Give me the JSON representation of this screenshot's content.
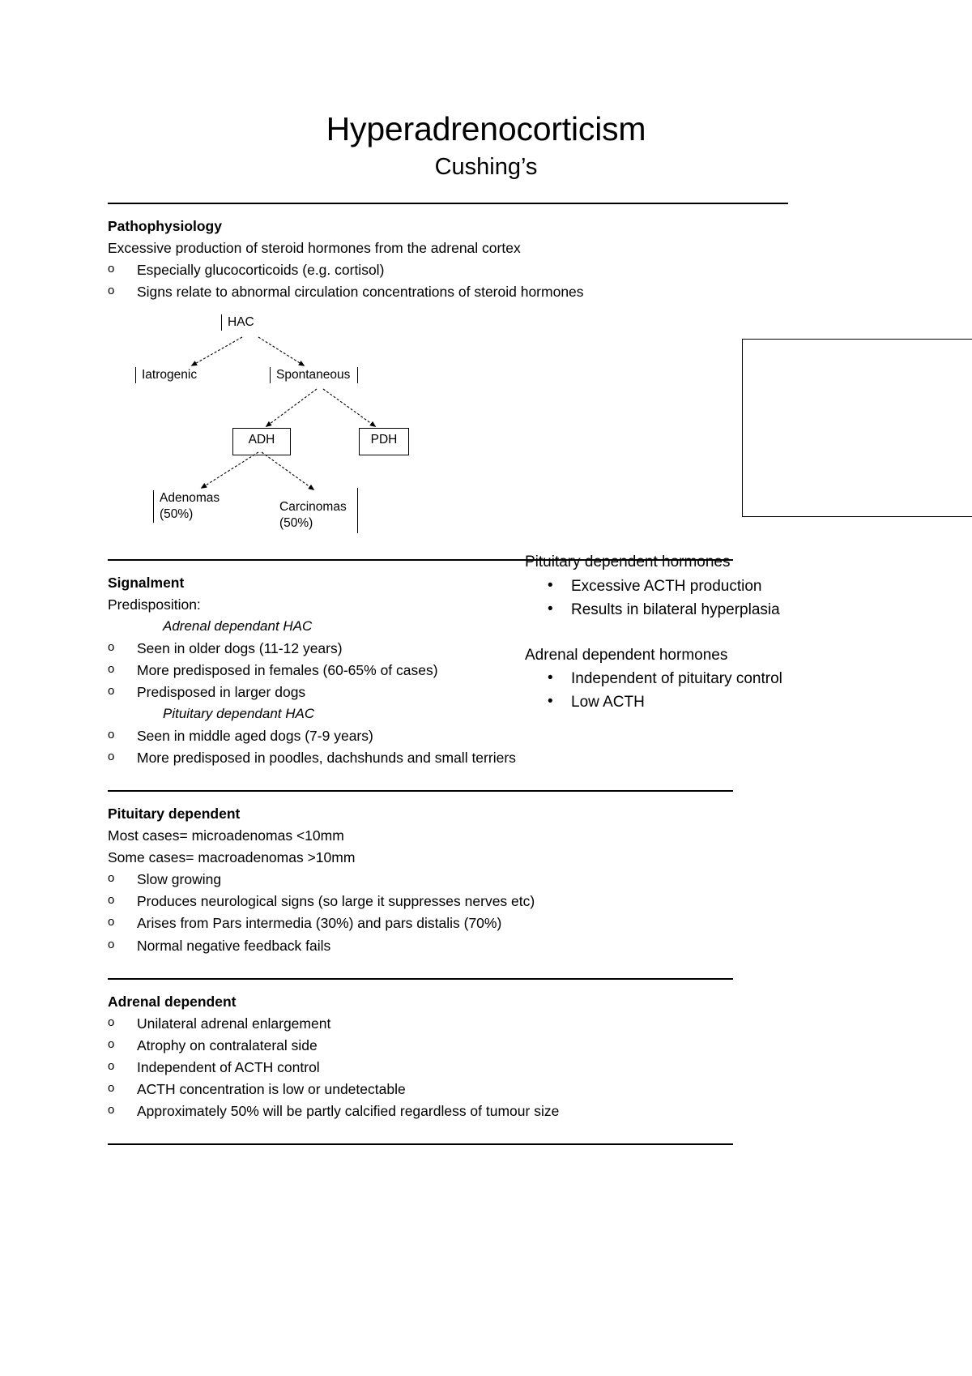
{
  "document": {
    "title": "Hyperadrenocorticism",
    "subtitle": "Cushing’s"
  },
  "sections": {
    "pathophysiology": {
      "heading": "Pathophysiology",
      "intro": "Excessive production of steroid hormones from the adrenal cortex",
      "bullets": [
        "Especially glucocorticoids (e.g. cortisol)",
        "Signs relate to abnormal circulation concentrations of steroid hormones"
      ]
    },
    "signalment": {
      "heading": "Signalment",
      "intro": "Predisposition:",
      "groups": [
        {
          "label": "Adrenal dependant HAC",
          "bullets": [
            "Seen in older dogs (11-12 years)",
            "More predisposed in females (60-65% of cases)",
            "Predisposed in larger dogs"
          ]
        },
        {
          "label": "Pituitary dependant HAC",
          "bullets": [
            "Seen in middle aged dogs (7-9 years)",
            "More predisposed in poodles, dachshunds and small terriers"
          ]
        }
      ]
    },
    "pituitary_dependent": {
      "heading": "Pituitary dependent",
      "lines": [
        "Most cases= microadenomas <10mm",
        "Some cases= macroadenomas >10mm"
      ],
      "bullets": [
        "Slow growing",
        "Produces neurological signs (so large it suppresses nerves etc)",
        "Arises from Pars intermedia (30%) and pars distalis (70%)",
        "Normal negative feedback fails"
      ]
    },
    "adrenal_dependent": {
      "heading": "Adrenal dependent",
      "bullets": [
        "Unilateral adrenal enlargement",
        "Independent of ACTH control",
        "ACTH concentration is low or undetectable",
        "Approximately 50% will be partly calcified regardless of tumour size"
      ],
      "sub_bullet": "Atrophy on contralateral side"
    }
  },
  "diagram": {
    "nodes": {
      "root": "HAC",
      "iatrogenic": "Iatrogenic",
      "spontaneous": "Spontaneous",
      "adh": "ADH",
      "pdh": "PDH",
      "adenomas_line1": "Adenomas",
      "adenomas_line2": "(50%)",
      "carcinomas_line1": "Carcinomas",
      "carcinomas_line2": "(50%)"
    },
    "edges": [
      {
        "from": "HAC",
        "to": "Iatrogenic"
      },
      {
        "from": "HAC",
        "to": "Spontaneous"
      },
      {
        "from": "Spontaneous",
        "to": "ADH"
      },
      {
        "from": "Spontaneous",
        "to": "PDH"
      },
      {
        "from": "ADH",
        "to": "Adenomas"
      },
      {
        "from": "ADH",
        "to": "Carcinomas"
      }
    ]
  },
  "hormone_panel": {
    "pituitary": {
      "heading": "Pituitary dependent hormones",
      "bullets": [
        "Excessive ACTH production",
        "Results in bilateral hyperplasia"
      ]
    },
    "adrenal": {
      "heading": "Adrenal dependent hormones",
      "bullets": [
        "Independent of pituitary control",
        "Low ACTH"
      ]
    }
  },
  "colors": {
    "text": "#000000",
    "background": "#ffffff",
    "rule": "#000000"
  }
}
